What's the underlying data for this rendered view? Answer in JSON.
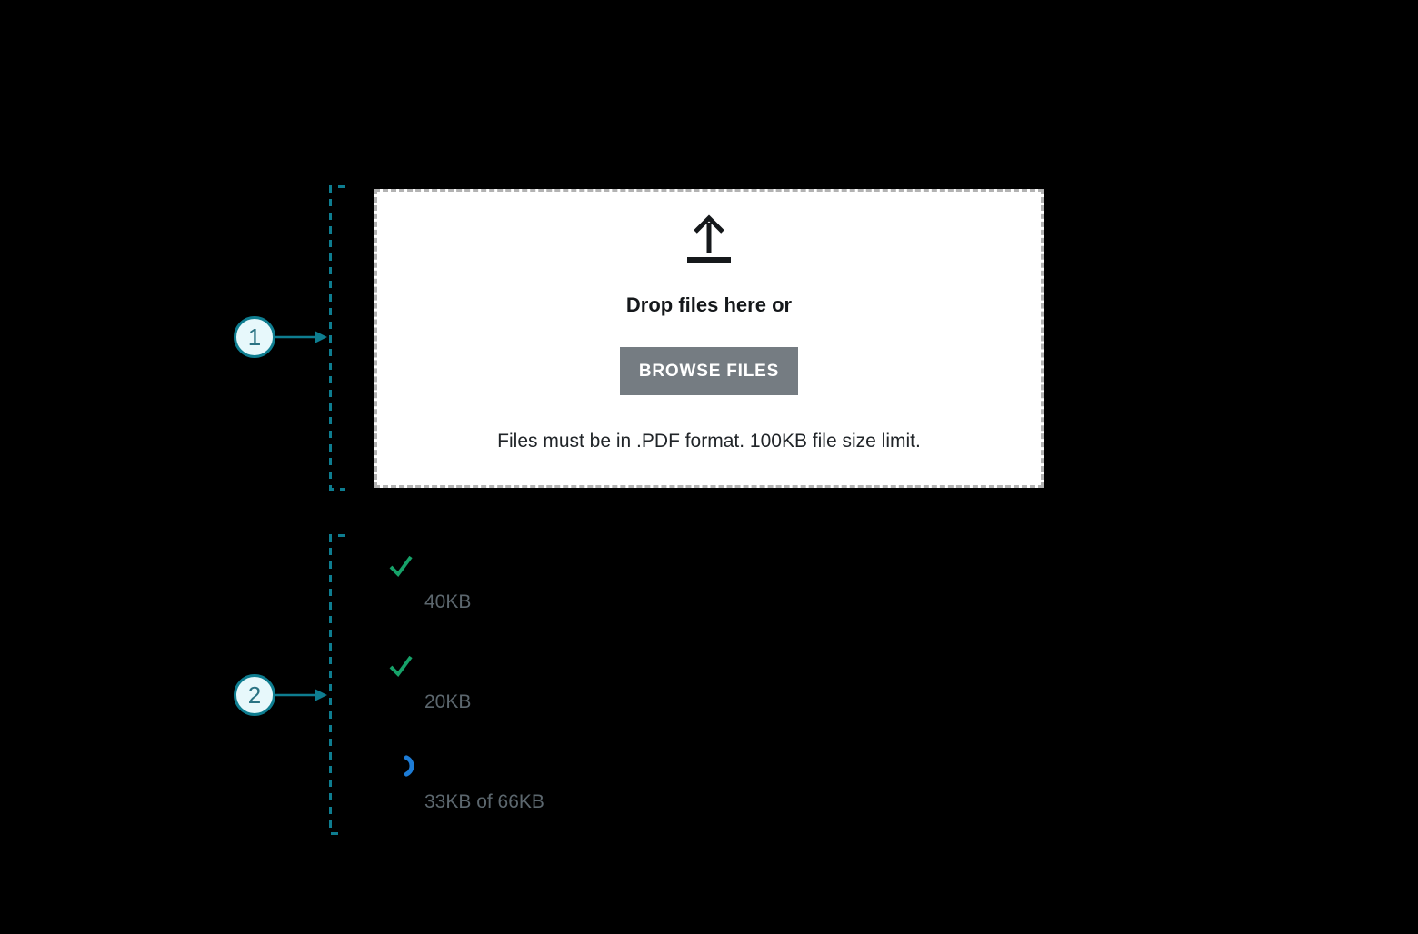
{
  "dropzone": {
    "icon": "upload-arrow-icon",
    "title": "Drop files here or",
    "button_label": "BROWSE FILES",
    "note": "Files must be in .PDF format. 100KB file size limit."
  },
  "callouts": [
    {
      "number": "1"
    },
    {
      "number": "2"
    }
  ],
  "files": [
    {
      "icon": "checkmark-icon",
      "status": "complete",
      "size": "40KB"
    },
    {
      "icon": "checkmark-icon",
      "status": "complete",
      "size": "20KB"
    },
    {
      "icon": "spinner-icon",
      "status": "uploading",
      "size": "33KB of 66KB"
    }
  ],
  "colors": {
    "background": "#000000",
    "annotation_teal": "#0e7d90",
    "callout_fill": "#e7f8fb",
    "success_green": "#16a269",
    "uploading_blue": "#1d7cd6",
    "file_size_gray": "#5c676e",
    "button_gray": "#757c82",
    "dropzone_border_gray": "#b3b3b3"
  }
}
